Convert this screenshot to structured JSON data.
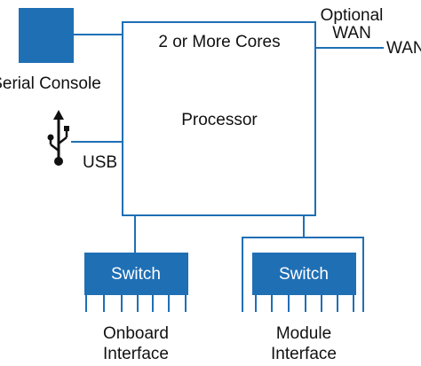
{
  "colors": {
    "blue": "#1f6fb5",
    "line": "#1f6fb5",
    "text": "#111111",
    "switch_text": "#ffffff"
  },
  "labels": {
    "serial_console": "Serial Console",
    "usb": "USB",
    "cores": "2 or More Cores",
    "processor": "Processor",
    "optional": "Optional",
    "wan_upper": "WAN",
    "wan_right": "WAN",
    "switch_left": "Switch",
    "switch_right": "Switch",
    "onboard_1": "Onboard",
    "onboard_2": "Interface",
    "module_1": "Module",
    "module_2": "Interface"
  },
  "icons": {
    "serial_console": "serial-console-square",
    "usb": "usb-icon"
  }
}
